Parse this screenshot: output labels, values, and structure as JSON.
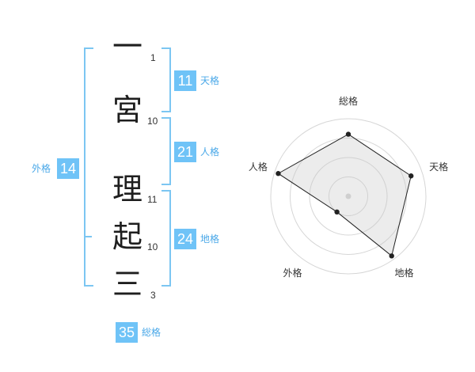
{
  "name": {
    "characters": [
      {
        "char": "一",
        "strokes": "1"
      },
      {
        "char": "宮",
        "strokes": "10"
      },
      {
        "char": "理",
        "strokes": "11"
      },
      {
        "char": "起",
        "strokes": "10"
      },
      {
        "char": "三",
        "strokes": "3"
      }
    ]
  },
  "kakusu": {
    "tenkaku": {
      "value": "11",
      "label": "天格"
    },
    "jinkaku": {
      "value": "21",
      "label": "人格"
    },
    "chikaku": {
      "value": "24",
      "label": "地格"
    },
    "gaikaku": {
      "value": "14",
      "label": "外格"
    },
    "soukaku": {
      "value": "35",
      "label": "総格"
    }
  },
  "chart_data": {
    "type": "radar",
    "axes": [
      "総格",
      "天格",
      "地格",
      "外格",
      "人格"
    ],
    "values": [
      0.8,
      0.85,
      0.95,
      0.25,
      0.95
    ],
    "max": 1,
    "rings": 4
  },
  "colors": {
    "accent": "#6fc3f7",
    "label": "#4aa8e8",
    "bracket": "#7cc6f2"
  }
}
